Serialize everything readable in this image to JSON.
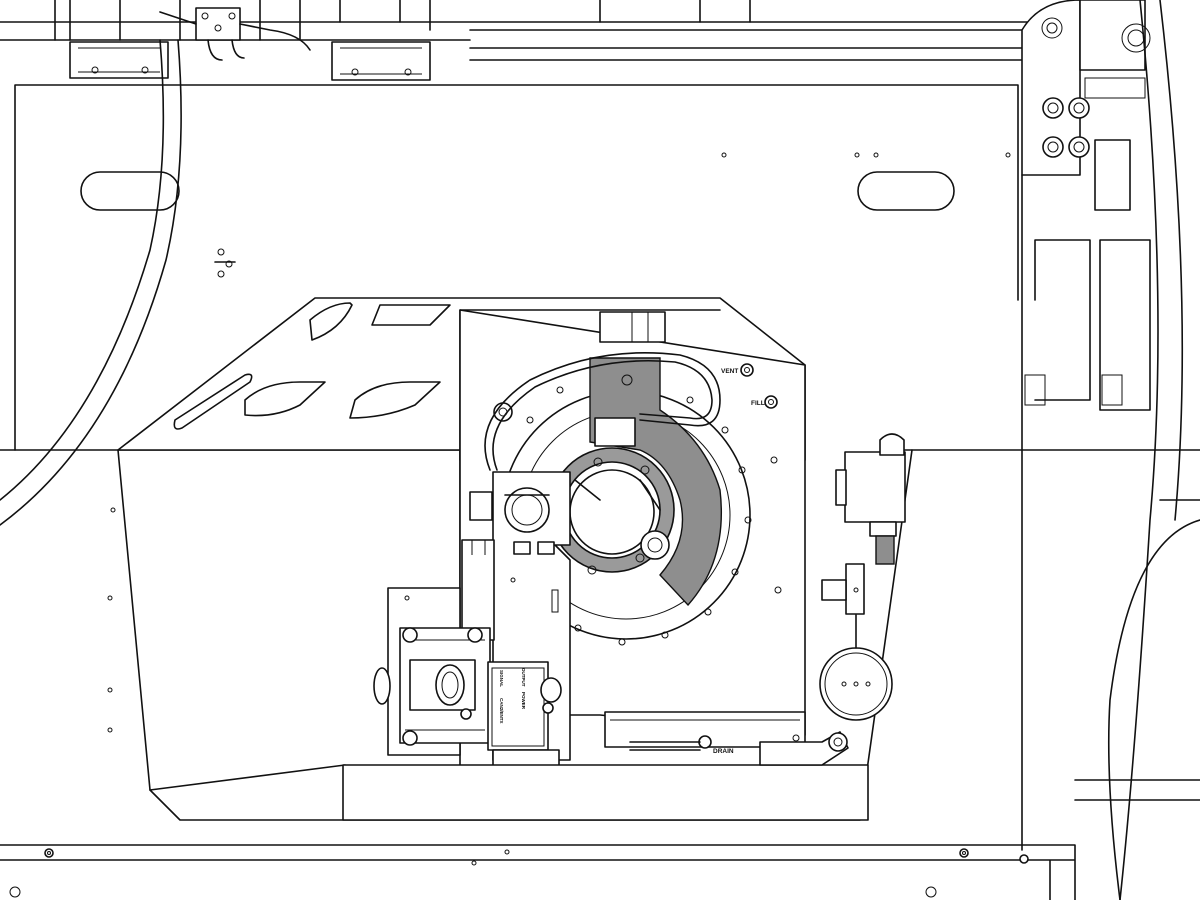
{
  "labels": {
    "vent": "VENT",
    "fill": "FILL",
    "drain": "DRAIN"
  },
  "module_text": {
    "a": "CAN2/ENTX",
    "b": "SIGNAL",
    "c": "POWER",
    "d": "OUTPUT"
  },
  "colors": {
    "line": "#111111",
    "shade": "#8e8e8e",
    "background": "#ffffff"
  }
}
